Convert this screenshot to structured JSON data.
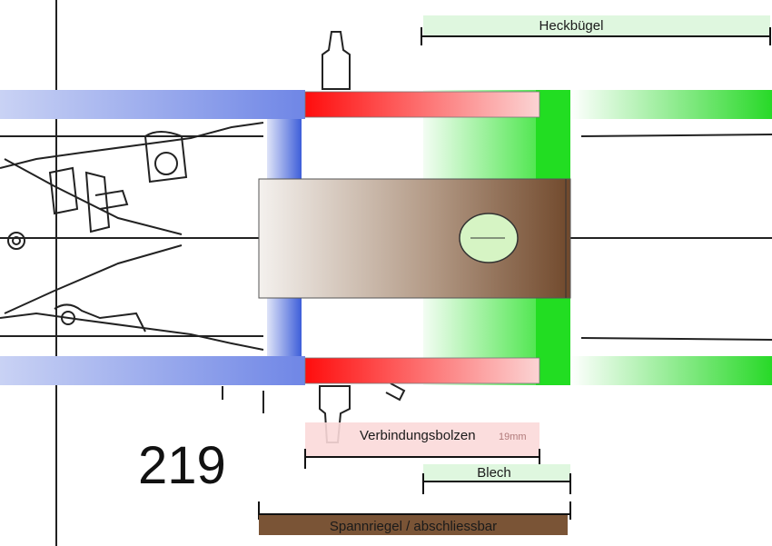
{
  "labels": {
    "rear_bar": "Heckbügel",
    "connecting_bolt": "Verbindungsbolzen",
    "bolt_size": "19mm",
    "sheet": "Blech",
    "tension_bar": "Spannriegel / abschliessbar"
  },
  "drawing_number": "219",
  "colors": {
    "frame_blue": "#8f9fea",
    "bolt_red": "#ff1a1a",
    "sheet_green": "#22dd22",
    "tension_brown": "#7a5436",
    "rear_bar_green": "#dff7df"
  }
}
